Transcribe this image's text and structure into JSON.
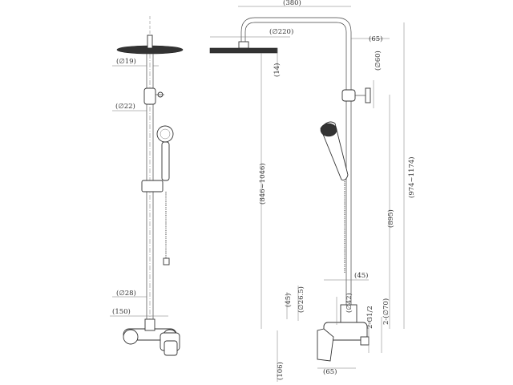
{
  "dimensions": {
    "d_19": "(∅19)",
    "d_22": "(∅22)",
    "d_28": "(∅28)",
    "w_150": "(150)",
    "w_380": "(380)",
    "d_220": "(∅220)",
    "w_65_top": "(65)",
    "d_60": "(∅60)",
    "h_14": "(14)",
    "h_846_1046": "(846~1046)",
    "h_974_1174": "(974~1174)",
    "h_895": "(895)",
    "w_45_right": "(45)",
    "h_45_left": "(45)",
    "d_26_5": "(∅26.5)",
    "d_42": "(∅42)",
    "thread_g12": "2-G1/2",
    "d_70": "2-(∅70)",
    "w_65_bottom": "(65)",
    "h_106": "(106)"
  }
}
